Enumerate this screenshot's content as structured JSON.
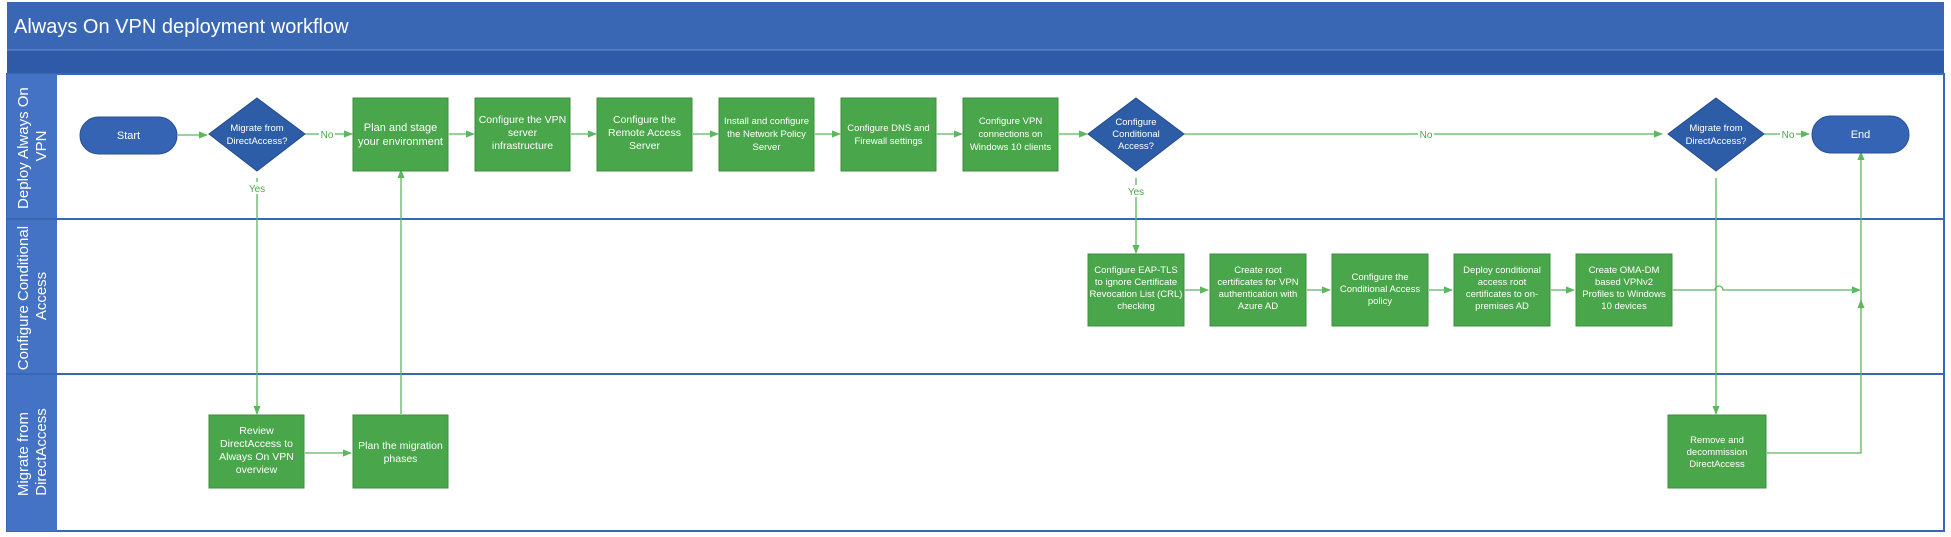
{
  "title": "Always On VPN deployment workflow",
  "colors": {
    "header": "#3a67b4",
    "header_band": "#2f5aa8",
    "lane_border": "#3a67b4",
    "lane_label_bg": "#4472c4",
    "process_fill": "#4aa64a",
    "process_border": "#3d8f3d",
    "decision_fill": "#2e5da8",
    "terminal_fill": "#3564b4",
    "connector": "#5cb85c",
    "connector_text": "#4aa64a"
  },
  "lanes": [
    {
      "id": "lane1",
      "label_lines": [
        "Deploy Always On",
        "VPN"
      ]
    },
    {
      "id": "lane2",
      "label_lines": [
        "Configure Conditional",
        "Access"
      ]
    },
    {
      "id": "lane3",
      "label_lines": [
        "Migrate from",
        "DirectAccess"
      ]
    }
  ],
  "nodes": {
    "start": {
      "type": "terminal",
      "lines": [
        "Start"
      ]
    },
    "dec1": {
      "type": "decision",
      "lines": [
        "Migrate from",
        "DirectAccess?"
      ]
    },
    "plan": {
      "type": "process",
      "lines": [
        "Plan and stage",
        "your environment"
      ]
    },
    "vpnsrv": {
      "type": "process",
      "lines": [
        "Configure the VPN",
        "server",
        "infrastructure"
      ]
    },
    "ras": {
      "type": "process",
      "lines": [
        "Configure the",
        "Remote Access",
        "Server"
      ]
    },
    "nps": {
      "type": "process",
      "lines": [
        "Install and configure",
        "the Network Policy",
        "Server"
      ]
    },
    "dns": {
      "type": "process",
      "lines": [
        "Configure DNS and",
        "Firewall settings"
      ]
    },
    "vpnconn": {
      "type": "process",
      "lines": [
        "Configure VPN",
        "connections on",
        "Windows 10 clients"
      ]
    },
    "dec2": {
      "type": "decision",
      "lines": [
        "Configure",
        "Conditional",
        "Access?"
      ]
    },
    "dec3": {
      "type": "decision",
      "lines": [
        "Migrate from",
        "DirectAccess?"
      ]
    },
    "end": {
      "type": "terminal",
      "lines": [
        "End"
      ]
    },
    "eap": {
      "type": "process",
      "lines": [
        "Configure EAP-TLS",
        "to ignore Certificate",
        "Revocation List (CRL)",
        "checking"
      ]
    },
    "root": {
      "type": "process",
      "lines": [
        "Create root",
        "certificates for VPN",
        "authentication with",
        "Azure AD"
      ]
    },
    "cap": {
      "type": "process",
      "lines": [
        "Configure the",
        "Conditional Access",
        "policy"
      ]
    },
    "deploy": {
      "type": "process",
      "lines": [
        "Deploy conditional",
        "access root",
        "certificates to on-",
        "premises AD"
      ]
    },
    "omadm": {
      "type": "process",
      "lines": [
        "Create OMA-DM",
        "based VPNv2",
        "Profiles to Windows",
        "10 devices"
      ]
    },
    "review": {
      "type": "process",
      "lines": [
        "Review",
        "DirectAccess to",
        "Always On VPN",
        "overview"
      ]
    },
    "phases": {
      "type": "process",
      "lines": [
        "Plan the migration",
        "phases"
      ]
    },
    "remove": {
      "type": "process",
      "lines": [
        "Remove and",
        "decommission",
        "DirectAccess"
      ]
    }
  },
  "edge_labels": {
    "dec1_no": "No",
    "dec1_yes": "Yes",
    "dec2_no": "No",
    "dec2_yes": "Yes",
    "dec3_no": "No"
  }
}
